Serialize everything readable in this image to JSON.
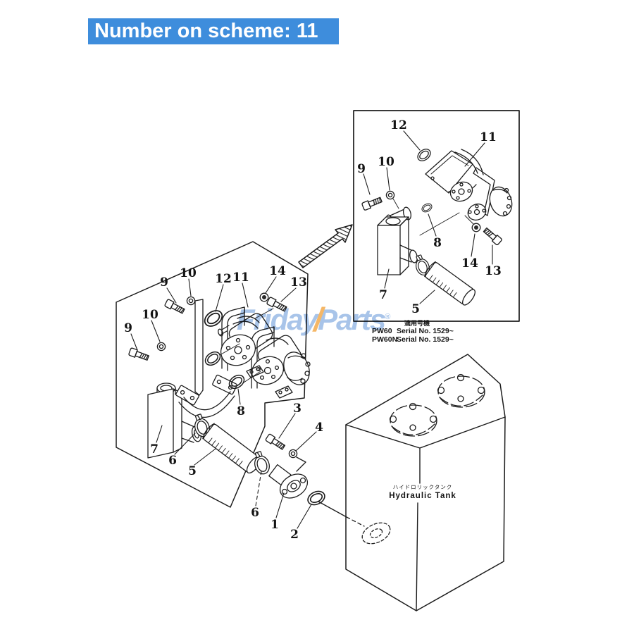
{
  "banner": {
    "label": "Number on scheme: 11",
    "bg_color": "#3e8ddc",
    "text_color": "#ffffff"
  },
  "watermark": {
    "first": "Friday",
    "slash": "/",
    "second": "Parts",
    "registered": "®",
    "blue": "#8fb4e3",
    "orange": "#f2a33c"
  },
  "inset": {
    "title_jp": "適用号機",
    "rows": [
      {
        "model": "PW60",
        "serial": "Serial No. 1529~"
      },
      {
        "model": "PW60N",
        "serial": "Serial No. 1529~"
      }
    ]
  },
  "tank": {
    "label_jp": "ハイドロリックタンク",
    "label_en": "Hydraulic Tank"
  },
  "callouts_main": [
    {
      "n": "9"
    },
    {
      "n": "10"
    },
    {
      "n": "12"
    },
    {
      "n": "11"
    },
    {
      "n": "14"
    },
    {
      "n": "13"
    },
    {
      "n": "9"
    },
    {
      "n": "10"
    },
    {
      "n": "7"
    },
    {
      "n": "6"
    },
    {
      "n": "5"
    },
    {
      "n": "8"
    },
    {
      "n": "3"
    },
    {
      "n": "4"
    },
    {
      "n": "6"
    },
    {
      "n": "1"
    },
    {
      "n": "2"
    }
  ],
  "callouts_inset": [
    {
      "n": "12"
    },
    {
      "n": "11"
    },
    {
      "n": "9"
    },
    {
      "n": "10"
    },
    {
      "n": "8"
    },
    {
      "n": "14"
    },
    {
      "n": "13"
    },
    {
      "n": "7"
    },
    {
      "n": "5"
    }
  ]
}
